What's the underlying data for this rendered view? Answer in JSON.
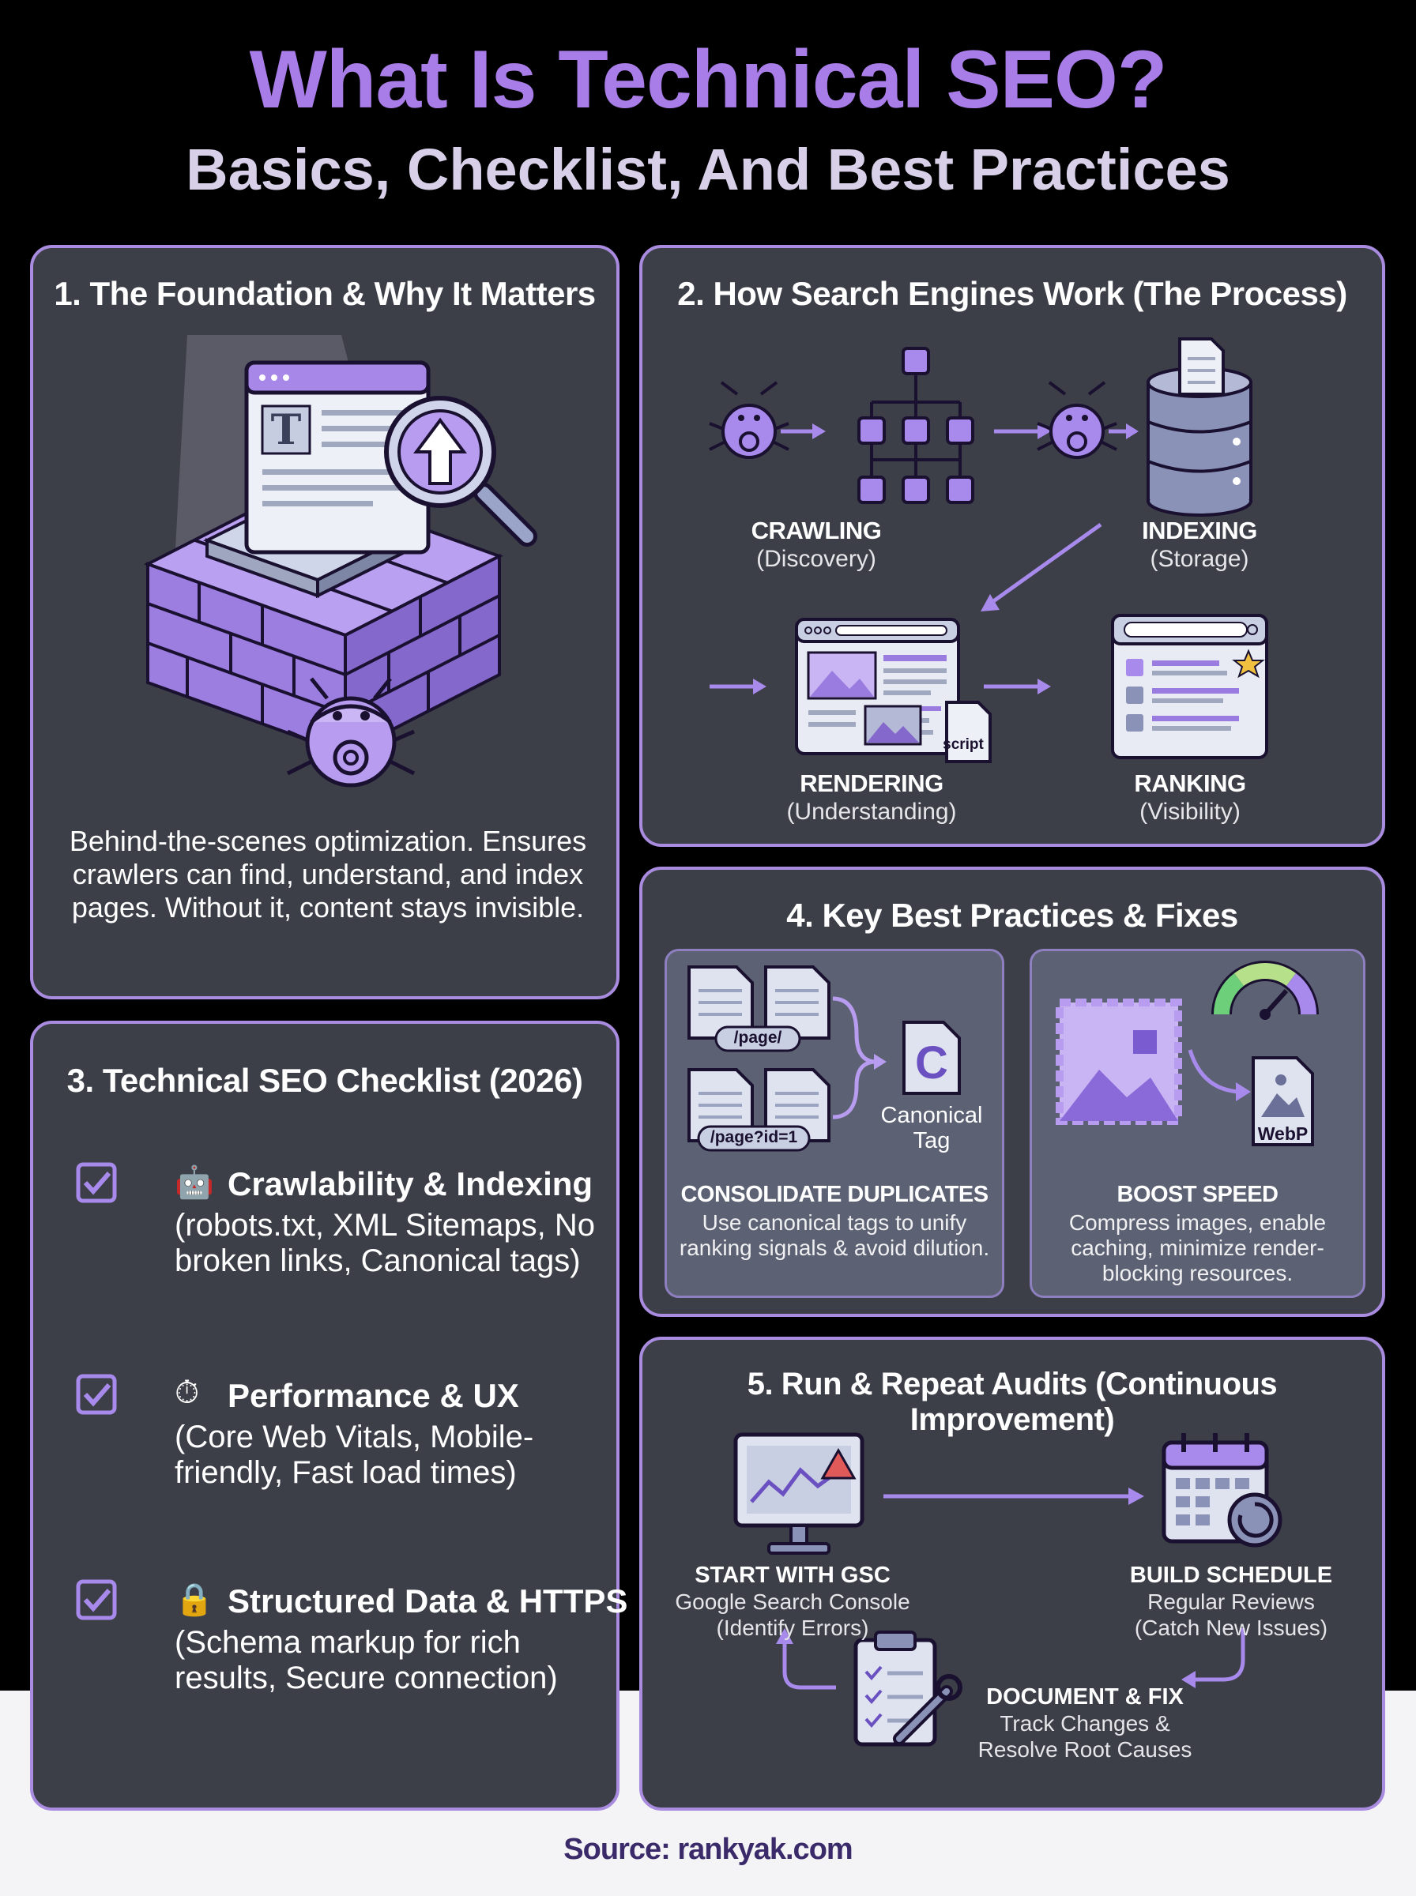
{
  "header": {
    "title": "What Is Technical SEO?",
    "subtitle": "Basics, Checklist, And Best Practices"
  },
  "section1": {
    "title": "1. The Foundation & Why It Matters",
    "description": "Behind-the-scenes optimization. Ensures crawlers can find, understand, and index pages. Without it, content stays invisible."
  },
  "section2": {
    "title": "2. How Search Engines Work (The Process)",
    "steps": [
      {
        "label": "CRAWLING",
        "sub": "(Discovery)"
      },
      {
        "label": "INDEXING",
        "sub": "(Storage)"
      },
      {
        "label": "RENDERING",
        "sub": "(Understanding)"
      },
      {
        "label": "RANKING",
        "sub": "(Visibility)"
      }
    ],
    "script_label": "script"
  },
  "section3": {
    "title": "3. Technical SEO Checklist (2026)",
    "items": [
      {
        "emoji": "🤖",
        "title": "Crawlability & Indexing",
        "detail": "(robots.txt, XML Sitemaps, No broken links, Canonical tags)"
      },
      {
        "emoji": "⏱",
        "title": "Performance & UX",
        "detail": "(Core Web Vitals, Mobile-friendly, Fast load times)"
      },
      {
        "emoji": "🔒",
        "title": "Structured Data & HTTPS",
        "detail": "(Schema markup for rich results, Secure connection)"
      }
    ]
  },
  "section4": {
    "title": "4. Key Best Practices & Fixes",
    "cards": [
      {
        "heading": "CONSOLIDATE DUPLICATES",
        "detail": "Use canonical tags to unify ranking signals & avoid dilution."
      },
      {
        "heading": "BOOST SPEED",
        "detail": "Compress images, enable caching, minimize render-blocking resources."
      }
    ],
    "url1": "/page/",
    "url2": "/page?id=1",
    "canonical_letter": "C",
    "canonical_label": "Canonical Tag",
    "webp_label": "WebP"
  },
  "section5": {
    "title": "5. Run & Repeat Audits (Continuous Improvement)",
    "steps": [
      {
        "label": "START WITH GSC",
        "line1": "Google Search Console",
        "line2": "(Identify Errors)"
      },
      {
        "label": "BUILD SCHEDULE",
        "line1": "Regular Reviews",
        "line2": "(Catch New Issues)"
      },
      {
        "label": "DOCUMENT & FIX",
        "line1": "Track Changes &",
        "line2": "Resolve Root Causes"
      }
    ]
  },
  "footer": {
    "source": "Source: rankyak.com"
  },
  "colors": {
    "accent": "#a87de8",
    "panel_bg": "#3c3f47",
    "panel_border": "#a98ce0",
    "icon_purple": "#9d7fe0"
  }
}
